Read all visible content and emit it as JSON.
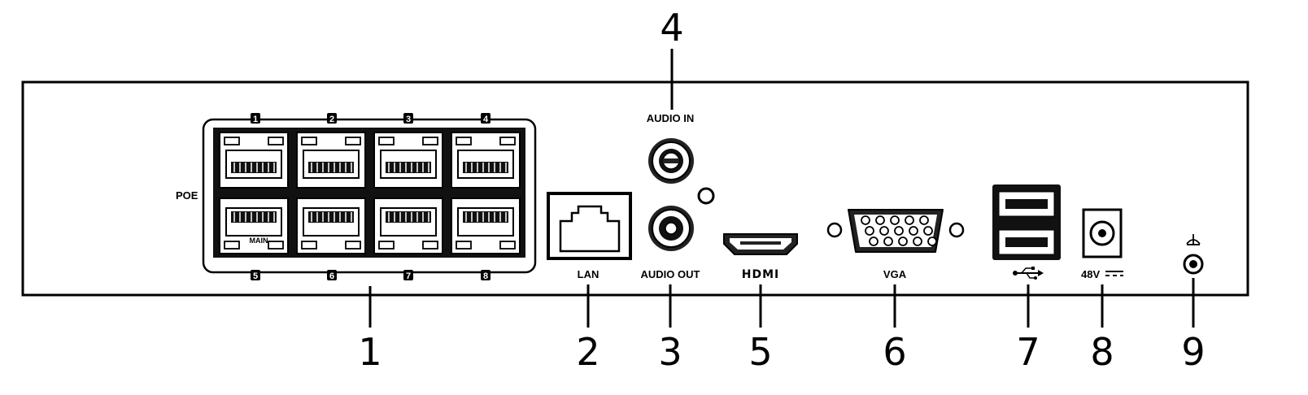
{
  "panel": {
    "poe_label": "POE",
    "poe_port_numbers": [
      "1",
      "2",
      "3",
      "4",
      "5",
      "6",
      "7",
      "8"
    ],
    "poe_port_text": "MAIN",
    "lan_label": "LAN",
    "audio_in_label": "AUDIO IN",
    "audio_out_label": "AUDIO OUT",
    "hdmi_label": "HDMI",
    "vga_label": "VGA",
    "usb_label": "USB",
    "power_label": "48V",
    "ground_label": "GND"
  },
  "callouts": [
    "1",
    "2",
    "3",
    "4",
    "5",
    "6",
    "7",
    "8",
    "9"
  ]
}
